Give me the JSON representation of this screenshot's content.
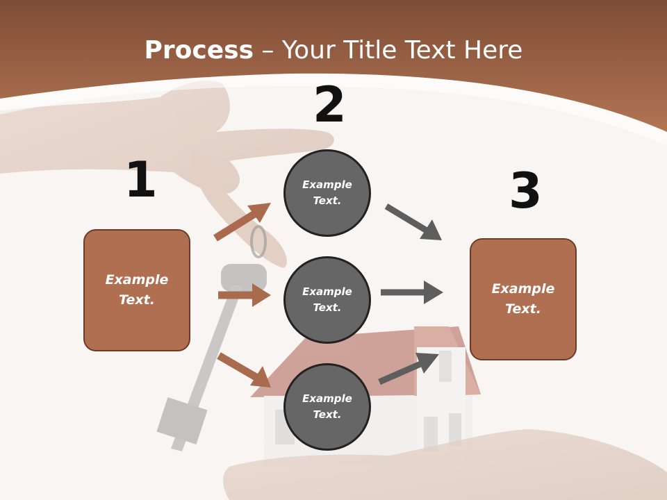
{
  "title": {
    "bold": "Process",
    "rest": " – Your Title Text Here"
  },
  "steps": {
    "n1": "1",
    "n2": "2",
    "n3": "3"
  },
  "boxes": {
    "left": "Example\nText.",
    "right": "Example\nText."
  },
  "circles": {
    "top": "Example\nText.",
    "middle": "Example\nText.",
    "bottom": "Example\nText."
  },
  "colors": {
    "header": "#a66a4f",
    "box": "#b16f51",
    "circle": "#666666",
    "arrow_left": "#a96a4d",
    "arrow_right": "#5e5e5e"
  }
}
